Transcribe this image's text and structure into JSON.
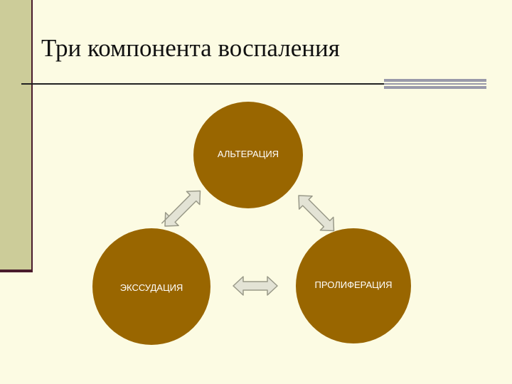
{
  "slide": {
    "title": "Три компонента воспаления"
  },
  "diagram": {
    "nodes": {
      "alteration": "АЛЬТЕРАЦИЯ",
      "exudation": "ЭКССУДАЦИЯ",
      "proliferation": "ПРОЛИФЕРАЦИЯ"
    },
    "connections": [
      {
        "from": "alteration",
        "to": "exudation",
        "type": "double-arrow"
      },
      {
        "from": "alteration",
        "to": "proliferation",
        "type": "double-arrow"
      },
      {
        "from": "exudation",
        "to": "proliferation",
        "type": "double-arrow"
      }
    ]
  },
  "colors": {
    "background": "#fcfbe3",
    "sidebar": "#cccc99",
    "node_fill": "#996600",
    "arrow_fill": "#e3e3d5",
    "arrow_stroke": "#999988"
  }
}
